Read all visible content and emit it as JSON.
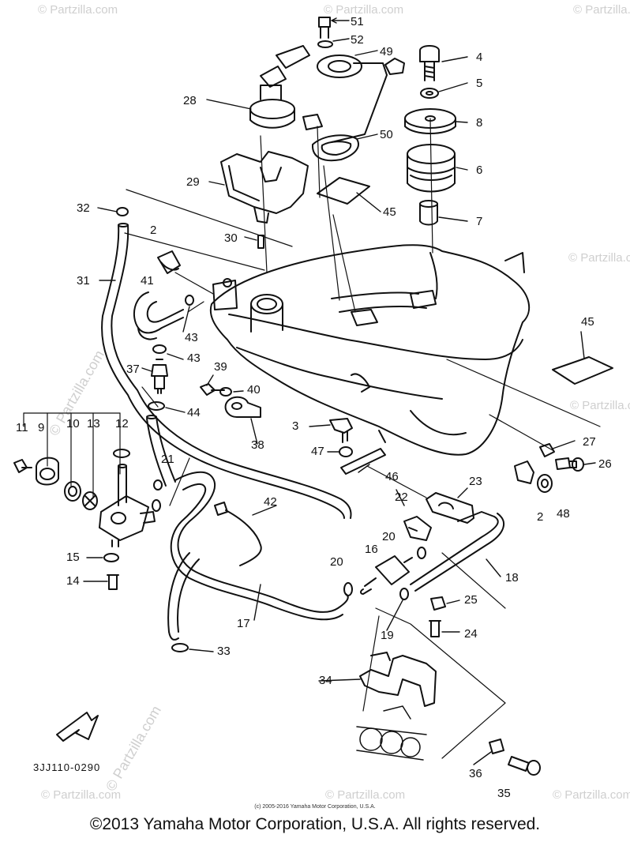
{
  "watermark": "© Partzilla.com",
  "watermark_rotated": "© Partzilla.com",
  "diagram_code": "3JJ110-0290",
  "small_copyright": "(c) 2005-2016 Yamaha Motor Corporation, U.S.A.",
  "main_copyright": "©2013 Yamaha Motor Corporation, U.S.A. All rights reserved.",
  "callouts": {
    "c51": "51",
    "c52": "52",
    "c49": "49",
    "c4": "4",
    "c5": "5",
    "c8": "8",
    "c6": "6",
    "c7": "7",
    "c50": "50",
    "c45_upper": "45",
    "c28": "28",
    "c29": "29",
    "c32": "32",
    "c30": "30",
    "c2_upper": "2",
    "c31": "31",
    "c41": "41",
    "c43_a": "43",
    "c43_b": "43",
    "c37": "37",
    "c39": "39",
    "c40": "40",
    "c44": "44",
    "c38": "38",
    "c3": "3",
    "c47": "47",
    "c46": "46",
    "c45_right": "45",
    "c27": "27",
    "c26": "26",
    "c23": "23",
    "c22": "22",
    "c2_lower": "2",
    "c48": "48",
    "c20_a": "20",
    "c16": "16",
    "c20_b": "20",
    "c18": "18",
    "c25": "25",
    "c24": "24",
    "c19": "19",
    "c42": "42",
    "c17": "17",
    "c33": "33",
    "c34": "34",
    "c36": "36",
    "c35": "35",
    "c11": "11",
    "c9": "9",
    "c10": "10",
    "c13": "13",
    "c12": "12",
    "c21": "21",
    "c15": "15",
    "c14": "14"
  }
}
